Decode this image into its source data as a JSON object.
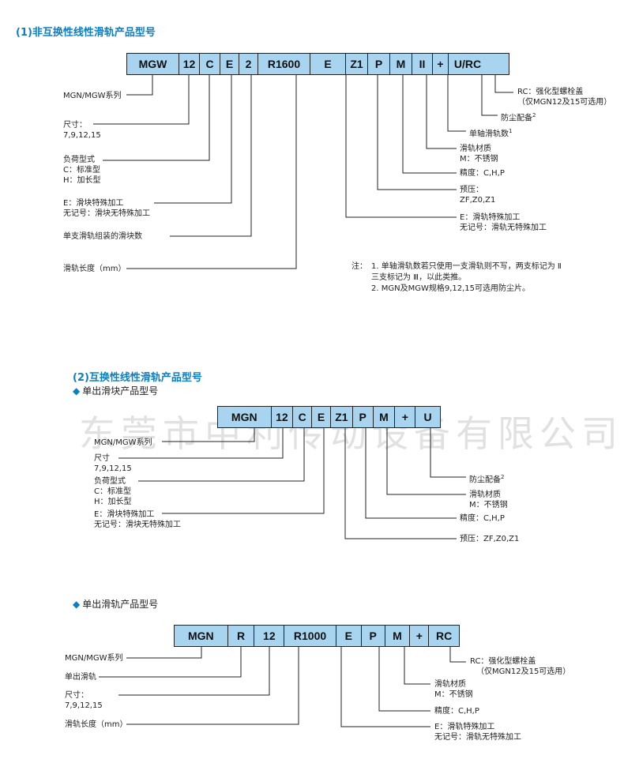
{
  "section1": {
    "title": "(1)非互换性线性滑轨产品型号",
    "codes": [
      "MGW",
      "12",
      "C",
      "E",
      "2",
      "R1600",
      "E",
      "Z1",
      "P",
      "M",
      "II",
      "+",
      "U/RC"
    ],
    "left_labels": [
      [
        "MGN/MGW系列"
      ],
      [
        "尺寸：",
        "7,9,12,15"
      ],
      [
        "负荷型式",
        "C：标准型",
        "H：加长型"
      ],
      [
        "E：滑块特殊加工",
        "无记号：滑块无特殊加工"
      ],
      [
        "单支滑轨组装的滑块数"
      ],
      [
        "滑轨长度（mm）"
      ]
    ],
    "right_labels": [
      [
        "RC：强化型螺栓盖",
        "（仅MGN12及15可选用）"
      ],
      [
        "防尘配备"
      ],
      [
        "单轴滑轨数"
      ],
      [
        "滑轨材质",
        "M：不锈钢"
      ],
      [
        "精度：C,H,P"
      ],
      [
        "预压：",
        "ZF,Z0,Z1"
      ],
      [
        "E：滑轨特殊加工",
        "无记号：滑轨无特殊加工"
      ]
    ],
    "sup_mark1": "2",
    "sup_mark2": "1",
    "notes_prefix": "注：",
    "notes": [
      "1.  单轴滑轨数若只使用一支滑轨则不写，两支标记为 Ⅱ",
      "     三支标记为 Ⅲ，以此类推。",
      "2.  MGN及MGW规格9,12,15可选用防尘片。"
    ]
  },
  "section2": {
    "title": "(2)互换性线性滑轨产品型号",
    "block_title": "单出滑块产品型号",
    "codes": [
      "MGN",
      "12",
      "C",
      "E",
      "Z1",
      "P",
      "M",
      "+",
      "U"
    ],
    "left_labels": [
      [
        "MGN/MGW系列"
      ],
      [
        "尺寸",
        "7,9,12,15"
      ],
      [
        "负荷型式",
        "C：标准型",
        "H：加长型"
      ],
      [
        "E：滑块特殊加工",
        "无记号：滑块无特殊加工"
      ]
    ],
    "right_labels": [
      [
        "防尘配备"
      ],
      [
        "滑轨材质",
        "M：不锈钢"
      ],
      [
        "精度：C,H,P"
      ],
      [
        "预压：ZF,Z0,Z1"
      ]
    ],
    "sup_mark": "2"
  },
  "section3": {
    "block_title": "单出滑轨产品型号",
    "codes": [
      "MGN",
      "R",
      "12",
      "R1000",
      "E",
      "P",
      "M",
      "+",
      "RC"
    ],
    "left_labels": [
      [
        "MGN/MGW系列"
      ],
      [
        "单出滑轨"
      ],
      [
        "尺寸：",
        "7,9,12,15"
      ],
      [
        "滑轨长度（mm）"
      ]
    ],
    "right_labels": [
      [
        "RC：强化型螺栓盖",
        "（仅MGN12及15可选用）"
      ],
      [
        "滑轨材质",
        "M：不锈钢"
      ],
      [
        "精度：C,H,P"
      ],
      [
        "E：滑轨特殊加工",
        "无记号：滑轨无特殊加工"
      ]
    ]
  },
  "watermark": "东莞市中利传动设备有限公司"
}
